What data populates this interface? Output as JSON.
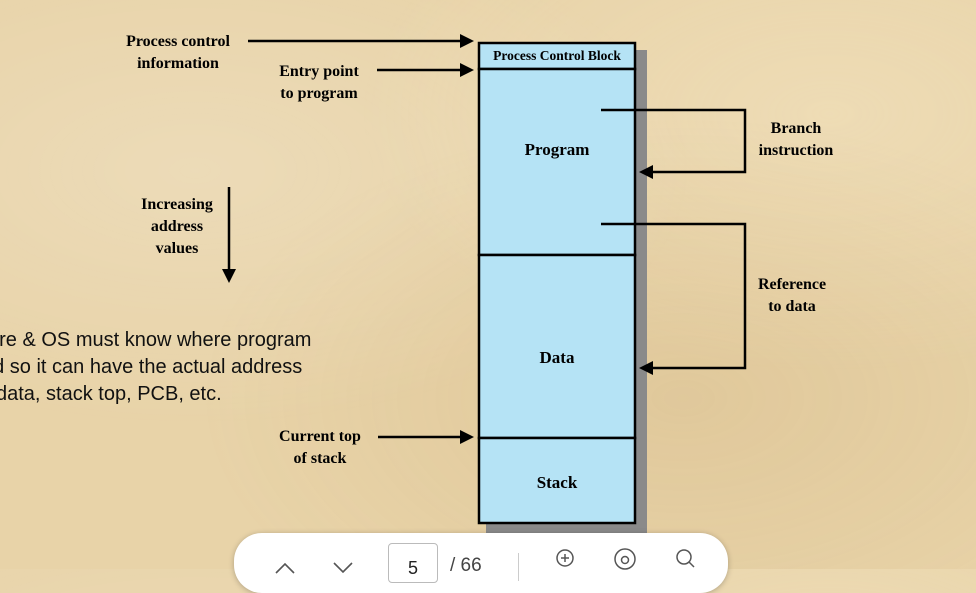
{
  "diagram": {
    "pcb_label": "Process Control Block",
    "program_label": "Program",
    "data_label": "Data",
    "stack_label": "Stack",
    "process_control_info": [
      "Process control",
      "information"
    ],
    "entry_point": [
      "Entry point",
      "to program"
    ],
    "increasing_address": [
      "Increasing",
      "address",
      "values"
    ],
    "branch_instruction": [
      "Branch",
      "instruction"
    ],
    "reference_to_data": [
      "Reference",
      "to data"
    ],
    "current_top_stack": [
      "Current top",
      "of stack"
    ],
    "colors": {
      "block_fill": "#b5e3f5",
      "stroke": "#000000",
      "shadow": "#8a8a8a"
    }
  },
  "text": {
    "line1": "are & OS must know where program",
    "line2": "ed so it can have the actual address",
    "line3": "data, stack top, PCB, etc."
  },
  "viewer": {
    "page_current": "5",
    "page_total": "/ 66",
    "icons": [
      "chevron-up-icon",
      "chevron-down-icon",
      "zoom-in-icon",
      "fit-page-icon",
      "search-icon"
    ]
  }
}
